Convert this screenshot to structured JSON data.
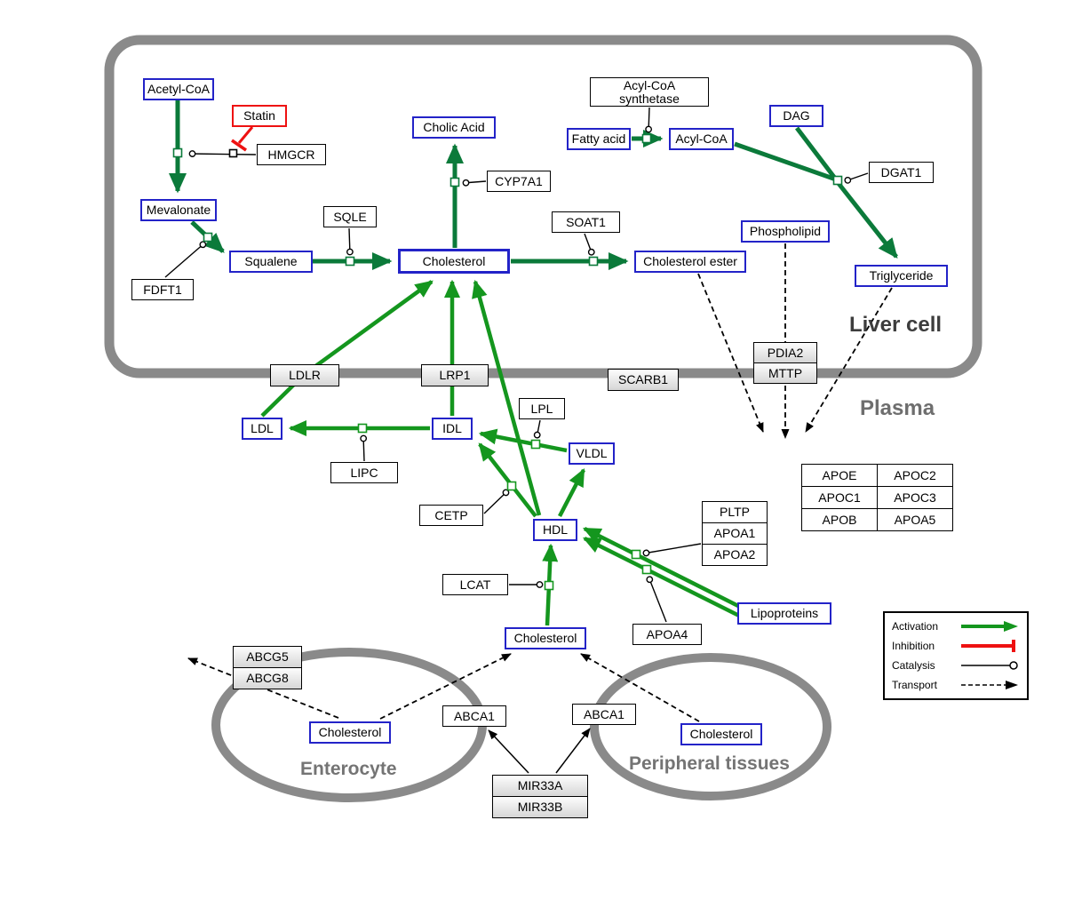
{
  "compartments": {
    "liver": "Liver cell",
    "plasma": "Plasma",
    "enterocyte": "Enterocyte",
    "peripheral": "Peripheral tissues"
  },
  "nodes": {
    "acetyl_coa": "Acetyl-CoA",
    "statin": "Statin",
    "hmgcr": "HMGCR",
    "mevalonate": "Mevalonate",
    "fdft1": "FDFT1",
    "squalene": "Squalene",
    "sqle": "SQLE",
    "cholic_acid": "Cholic Acid",
    "cyp7a1": "CYP7A1",
    "cholesterol_liver": "Cholesterol",
    "soat1": "SOAT1",
    "cholesterol_ester": "Cholesterol ester",
    "acyl_coa_synthetase": "Acyl-CoA synthetase",
    "fatty_acid": "Fatty acid",
    "acyl_coa": "Acyl-CoA",
    "dag": "DAG",
    "dgat1": "DGAT1",
    "phospholipid": "Phospholipid",
    "triglyceride": "Triglyceride",
    "ldlr": "LDLR",
    "lrp1": "LRP1",
    "scarb1": "SCARB1",
    "pdia2": "PDIA2",
    "mttp": "MTTP",
    "ldl": "LDL",
    "idl": "IDL",
    "lipc": "LIPC",
    "lpl": "LPL",
    "vldl": "VLDL",
    "cetp": "CETP",
    "hdl": "HDL",
    "lcat": "LCAT",
    "pltp": "PLTP",
    "apoa1": "APOA1",
    "apoa2": "APOA2",
    "apoa4": "APOA4",
    "lipoproteins": "Lipoproteins",
    "apoe": "APOE",
    "apoc2": "APOC2",
    "apoc1": "APOC1",
    "apoc3": "APOC3",
    "apob": "APOB",
    "apoa5": "APOA5",
    "cholesterol_plasma": "Cholesterol",
    "abcg5": "ABCG5",
    "abcg8": "ABCG8",
    "cholesterol_enterocyte": "Cholesterol",
    "abca1_left": "ABCA1",
    "abca1_right": "ABCA1",
    "cholesterol_peripheral": "Cholesterol",
    "mir33a": "MIR33A",
    "mir33b": "MIR33B"
  },
  "legend": {
    "activation": "Activation",
    "inhibition": "Inhibition",
    "catalysis": "Catalysis",
    "transport": "Transport"
  },
  "colors": {
    "metabolite_blue": "#2323c8",
    "conversion_green": "#0b7a3a",
    "lipoprotein_green": "#14961e",
    "inhibition_red": "#ee1111",
    "membrane_gray": "#8a8a8a"
  }
}
